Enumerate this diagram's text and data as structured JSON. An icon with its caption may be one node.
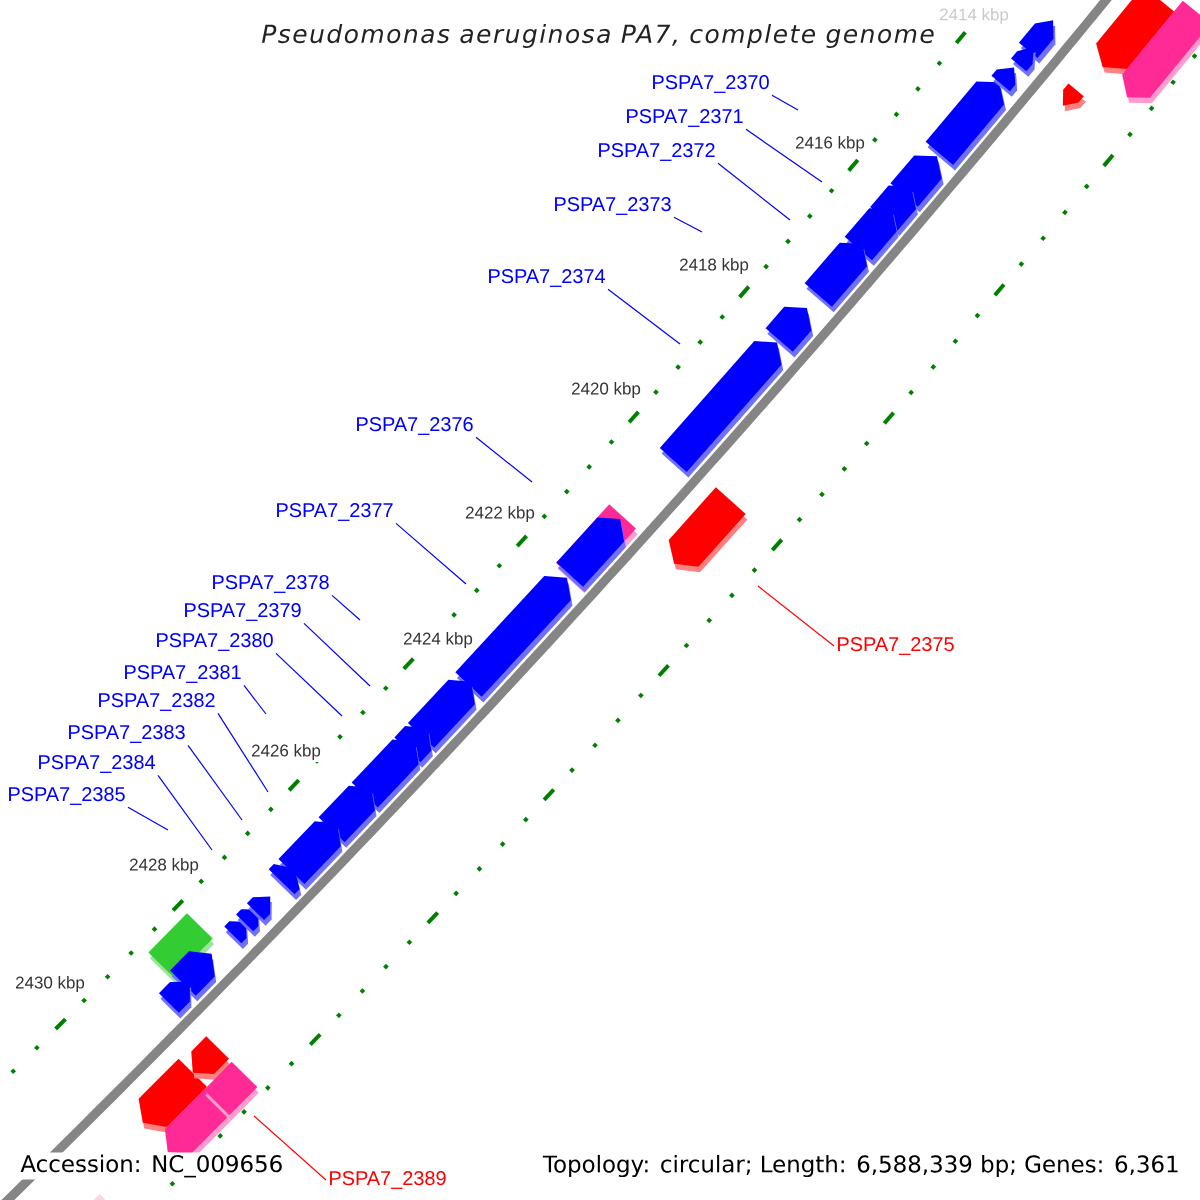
{
  "diagram": {
    "title": "Pseudomonas aeruginosa PA7, complete genome",
    "nodes": [
      {
        "text": [
          "PSPA7_2370"
        ]
      },
      {
        "text": [
          "PSPA7_2371"
        ]
      },
      {
        "text": [
          "PSPA7_2372"
        ]
      },
      {
        "text": [
          "PSPA7_2373"
        ]
      },
      {
        "text": [
          "PSPA7_2374"
        ]
      },
      {
        "text": [
          "PSPA7_2376"
        ]
      },
      {
        "text": [
          "PSPA7_2377"
        ]
      },
      {
        "text": [
          "PSPA7_2378"
        ]
      },
      {
        "text": [
          "PSPA7_2379"
        ]
      },
      {
        "text": [
          "PSPA7_2380"
        ]
      },
      {
        "text": [
          "PSPA7_2375"
        ]
      },
      {
        "text": [
          "PSPA7_2381"
        ]
      },
      {
        "text": [
          "PSPA7_2382"
        ]
      },
      {
        "text": [
          "PSPA7_2383"
        ]
      },
      {
        "text": [
          "PSPA7_2384"
        ]
      },
      {
        "text": [
          "PSPA7_2385"
        ]
      },
      {
        "text": [
          "PSPA7_2389"
        ]
      }
    ],
    "edges": [
      {
        "from": 0,
        "to": null,
        "arrow": "none"
      },
      {
        "from": 1,
        "to": null,
        "arrow": "none"
      },
      {
        "from": 2,
        "to": null,
        "arrow": "none"
      },
      {
        "from": 3,
        "to": null,
        "arrow": "none"
      },
      {
        "from": 4,
        "to": null,
        "arrow": "none"
      },
      {
        "from": 5,
        "to": null,
        "arrow": "none"
      },
      {
        "from": 6,
        "to": null,
        "arrow": "none"
      },
      {
        "from": 7,
        "to": null,
        "arrow": "none"
      },
      {
        "from": 8,
        "to": null,
        "arrow": "none"
      },
      {
        "from": 9,
        "to": null,
        "arrow": "none"
      },
      {
        "from": 10,
        "to": null,
        "arrow": "none",
        "color": "#ff0000"
      },
      {
        "from": 11,
        "to": null,
        "arrow": "none"
      },
      {
        "from": 12,
        "to": null,
        "arrow": "none"
      },
      {
        "from": 13,
        "to": null,
        "arrow": "none"
      },
      {
        "from": 14,
        "to": null,
        "arrow": "none"
      },
      {
        "from": 15,
        "to": null,
        "arrow": "none"
      },
      {
        "from": 16,
        "to": null,
        "arrow": "none",
        "color": "#ff0000"
      }
    ],
    "labels": [
      "2414 kbp",
      "2416 kbp",
      "2418 kbp",
      "2420 kbp",
      "2422 kbp",
      "2424 kbp",
      "2426 kbp",
      "2428 kbp",
      "2430 kbp",
      "Accession: NC_009656",
      "Topology: circular; Length: 6,588,339 bp; Genes: 6,361"
    ]
  }
}
